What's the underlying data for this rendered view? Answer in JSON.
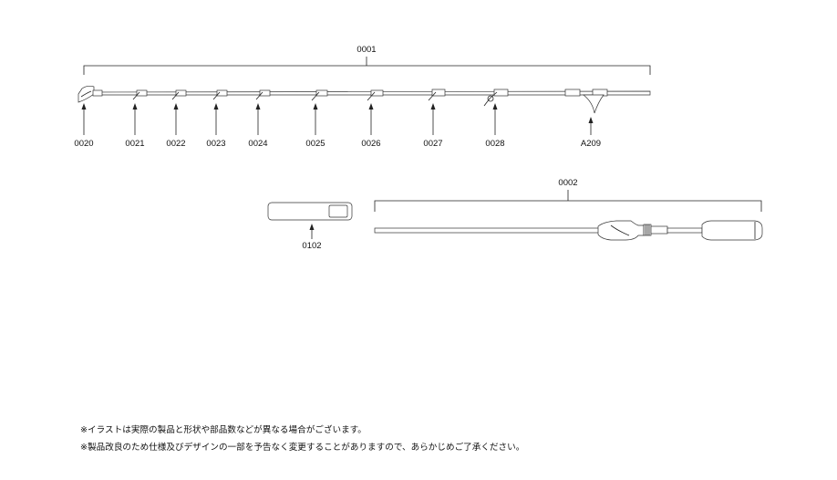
{
  "parts": {
    "tip_section": "0001",
    "butt_section": "0002",
    "case": "0102",
    "tip_top": "0020",
    "guides": [
      "0021",
      "0022",
      "0023",
      "0024",
      "0025",
      "0026",
      "0027",
      "0028"
    ],
    "sharp_part": "A209"
  },
  "notes": [
    "※イラストは実際の製品と形状や部品数などが異なる場合がございます。",
    "※製品改良のため仕様及びデザインの一部を予告なく変更することがありますので、あらかじめご了承ください。"
  ]
}
